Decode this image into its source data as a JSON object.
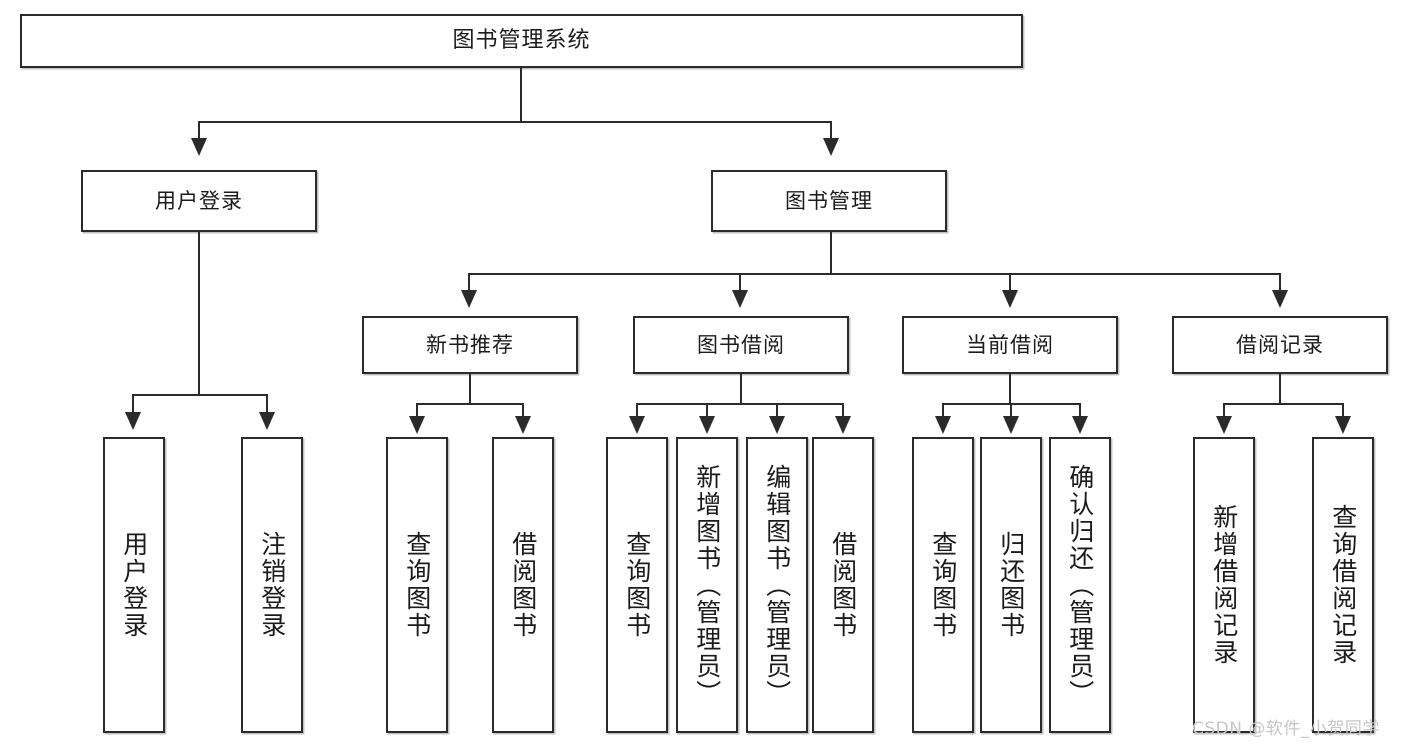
{
  "diagram": {
    "type": "tree-hierarchy",
    "title": "图书管理系统",
    "watermark": "CSDN @软件_小贺同学",
    "colors": {
      "box_border": "#2b2b2b",
      "box_fill": "#ffffff",
      "connector": "#2b2b2b",
      "text": "#1b1b1b",
      "watermark": "#c7c7c7",
      "background": "#ffffff"
    },
    "root": {
      "label": "图书管理系统"
    },
    "level2": [
      {
        "label": "用户登录"
      },
      {
        "label": "图书管理"
      }
    ],
    "level3": [
      {
        "label": "新书推荐"
      },
      {
        "label": "图书借阅"
      },
      {
        "label": "当前借阅"
      },
      {
        "label": "借阅记录"
      }
    ],
    "leaves": {
      "user_login": [
        {
          "label": "用户登录"
        },
        {
          "label": "注销登录"
        }
      ],
      "new_book_recommend": [
        {
          "label": "查询图书"
        },
        {
          "label": "借阅图书"
        }
      ],
      "book_borrow": [
        {
          "label": "查询图书"
        },
        {
          "label": "新增图书（管理员）"
        },
        {
          "label": "编辑图书（管理员）"
        },
        {
          "label": "借阅图书"
        }
      ],
      "current_borrow": [
        {
          "label": "查询图书"
        },
        {
          "label": "归还图书"
        },
        {
          "label": "确认归还（管理员）"
        }
      ],
      "borrow_record": [
        {
          "label": "新增借阅记录"
        },
        {
          "label": "查询借阅记录"
        }
      ]
    }
  }
}
